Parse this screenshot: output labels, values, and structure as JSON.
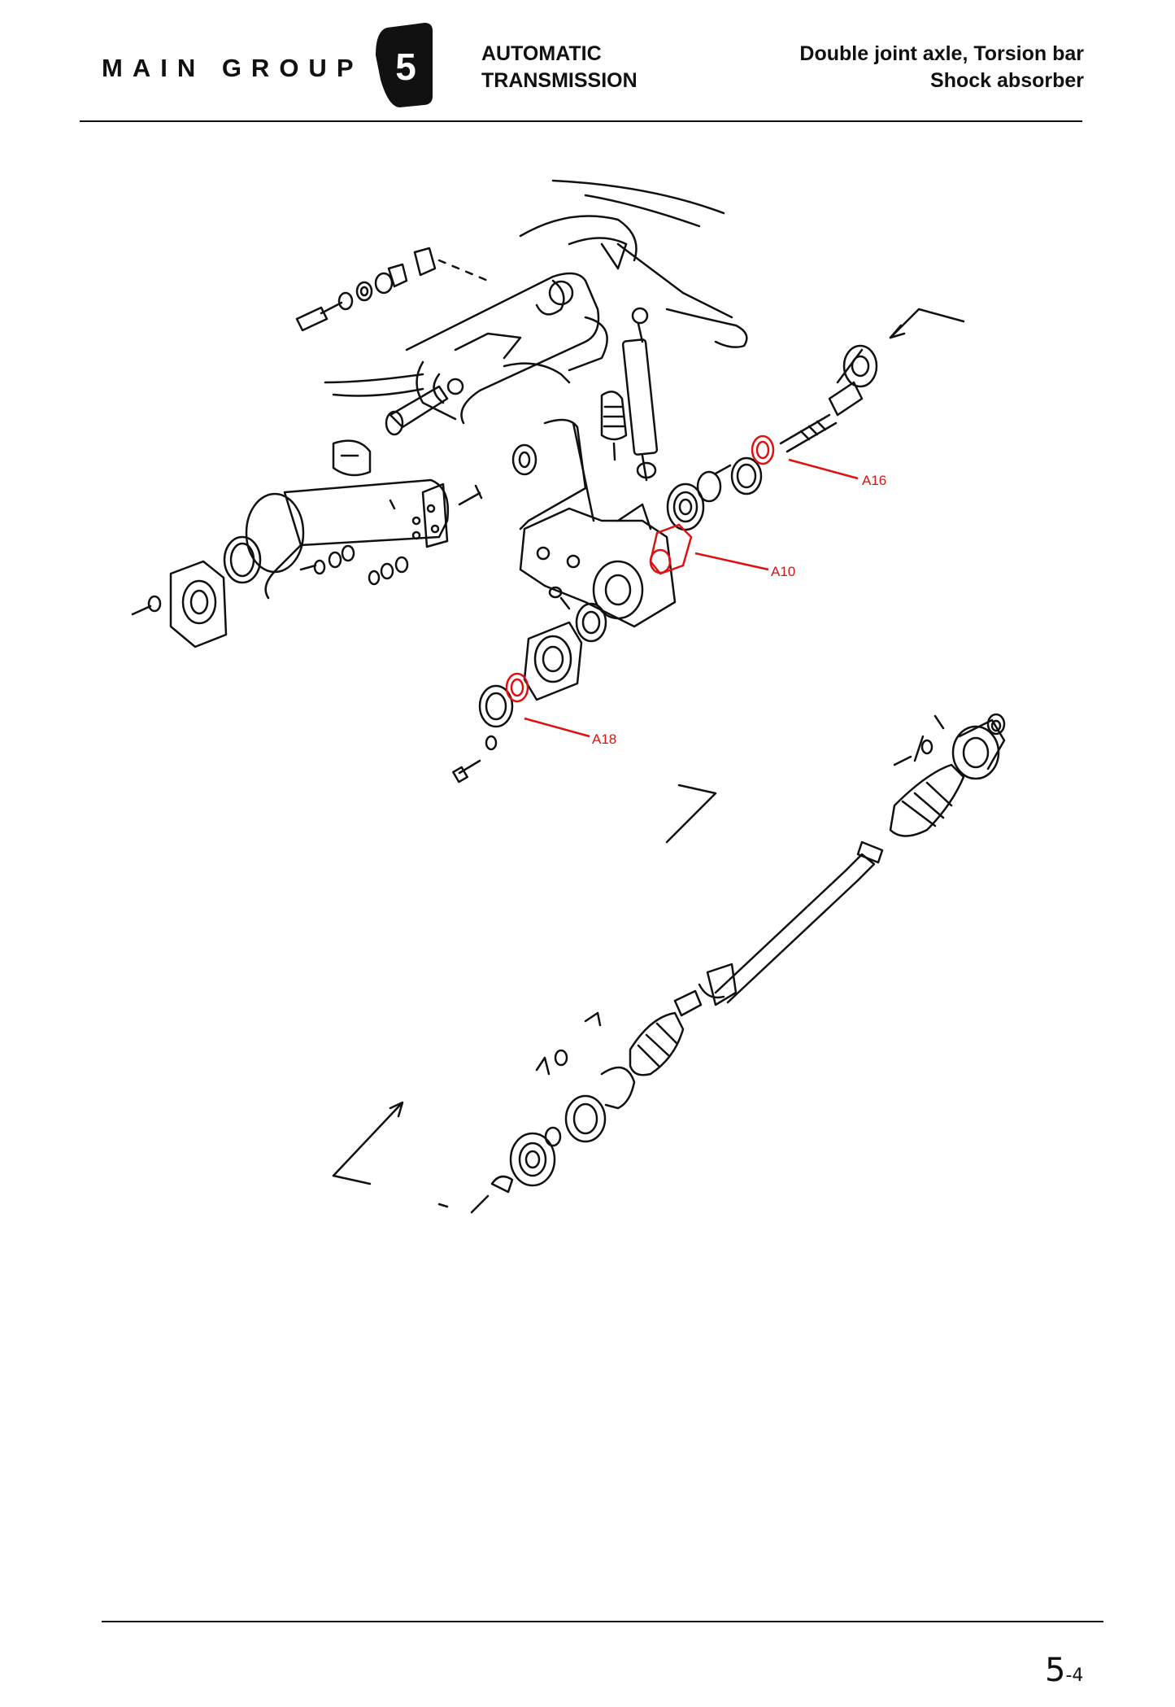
{
  "header": {
    "main_group_label": "MAIN GROUP",
    "group_number": "5",
    "subject_line1": "AUTOMATIC",
    "subject_line2": "TRANSMISSION",
    "description_line1": "Double joint axle, Torsion bar",
    "description_line2": "Shock absorber"
  },
  "callouts": [
    {
      "id": "a16",
      "label": "A16"
    },
    {
      "id": "a10",
      "label": "A10"
    },
    {
      "id": "a18",
      "label": "A18"
    }
  ],
  "highlight_color": "#e01010",
  "footer": {
    "page_major": "5",
    "page_minor": "-4"
  }
}
